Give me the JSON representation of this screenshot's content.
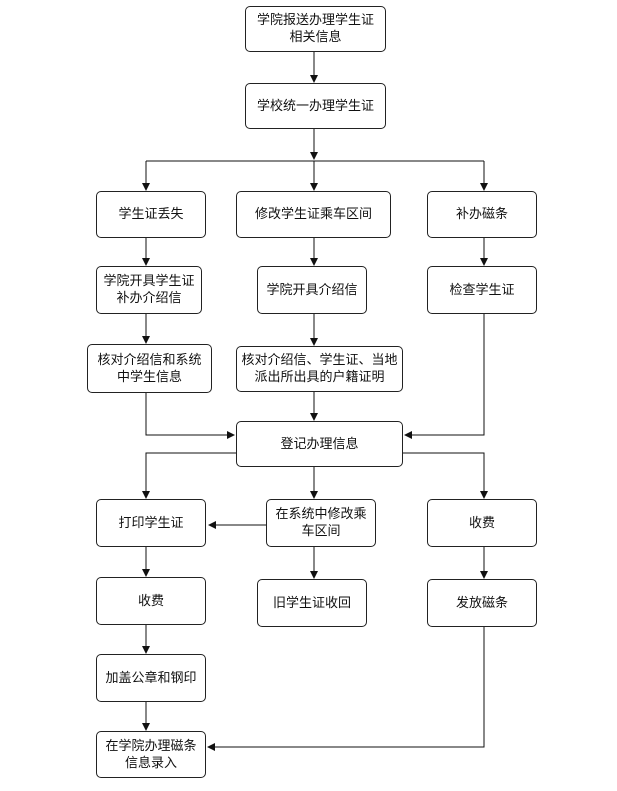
{
  "nodes": {
    "report": "学院报送办理学生证\n相关信息",
    "unified": "学校统一办理学生证",
    "lost": "学生证丢失",
    "modify": "修改学生证乘车区间",
    "magstrip": "补办磁条",
    "letter1": "学院开具学生证\n补办介绍信",
    "letter2": "学院开具介绍信",
    "check": "检查学生证",
    "verify1": "核对介绍信和系统\n中学生信息",
    "verify2": "核对介绍信、学生证、当地\n派出所出具的户籍证明",
    "register": "登记办理信息",
    "print": "打印学生证",
    "sysmod": "在系统中修改乘\n车区间",
    "fee1": "收费",
    "fee2": "收费",
    "recover": "旧学生证收回",
    "issue": "发放磁条",
    "stamp": "加盖公章和钢印",
    "entry": "在学院办理磁条\n信息录入"
  }
}
